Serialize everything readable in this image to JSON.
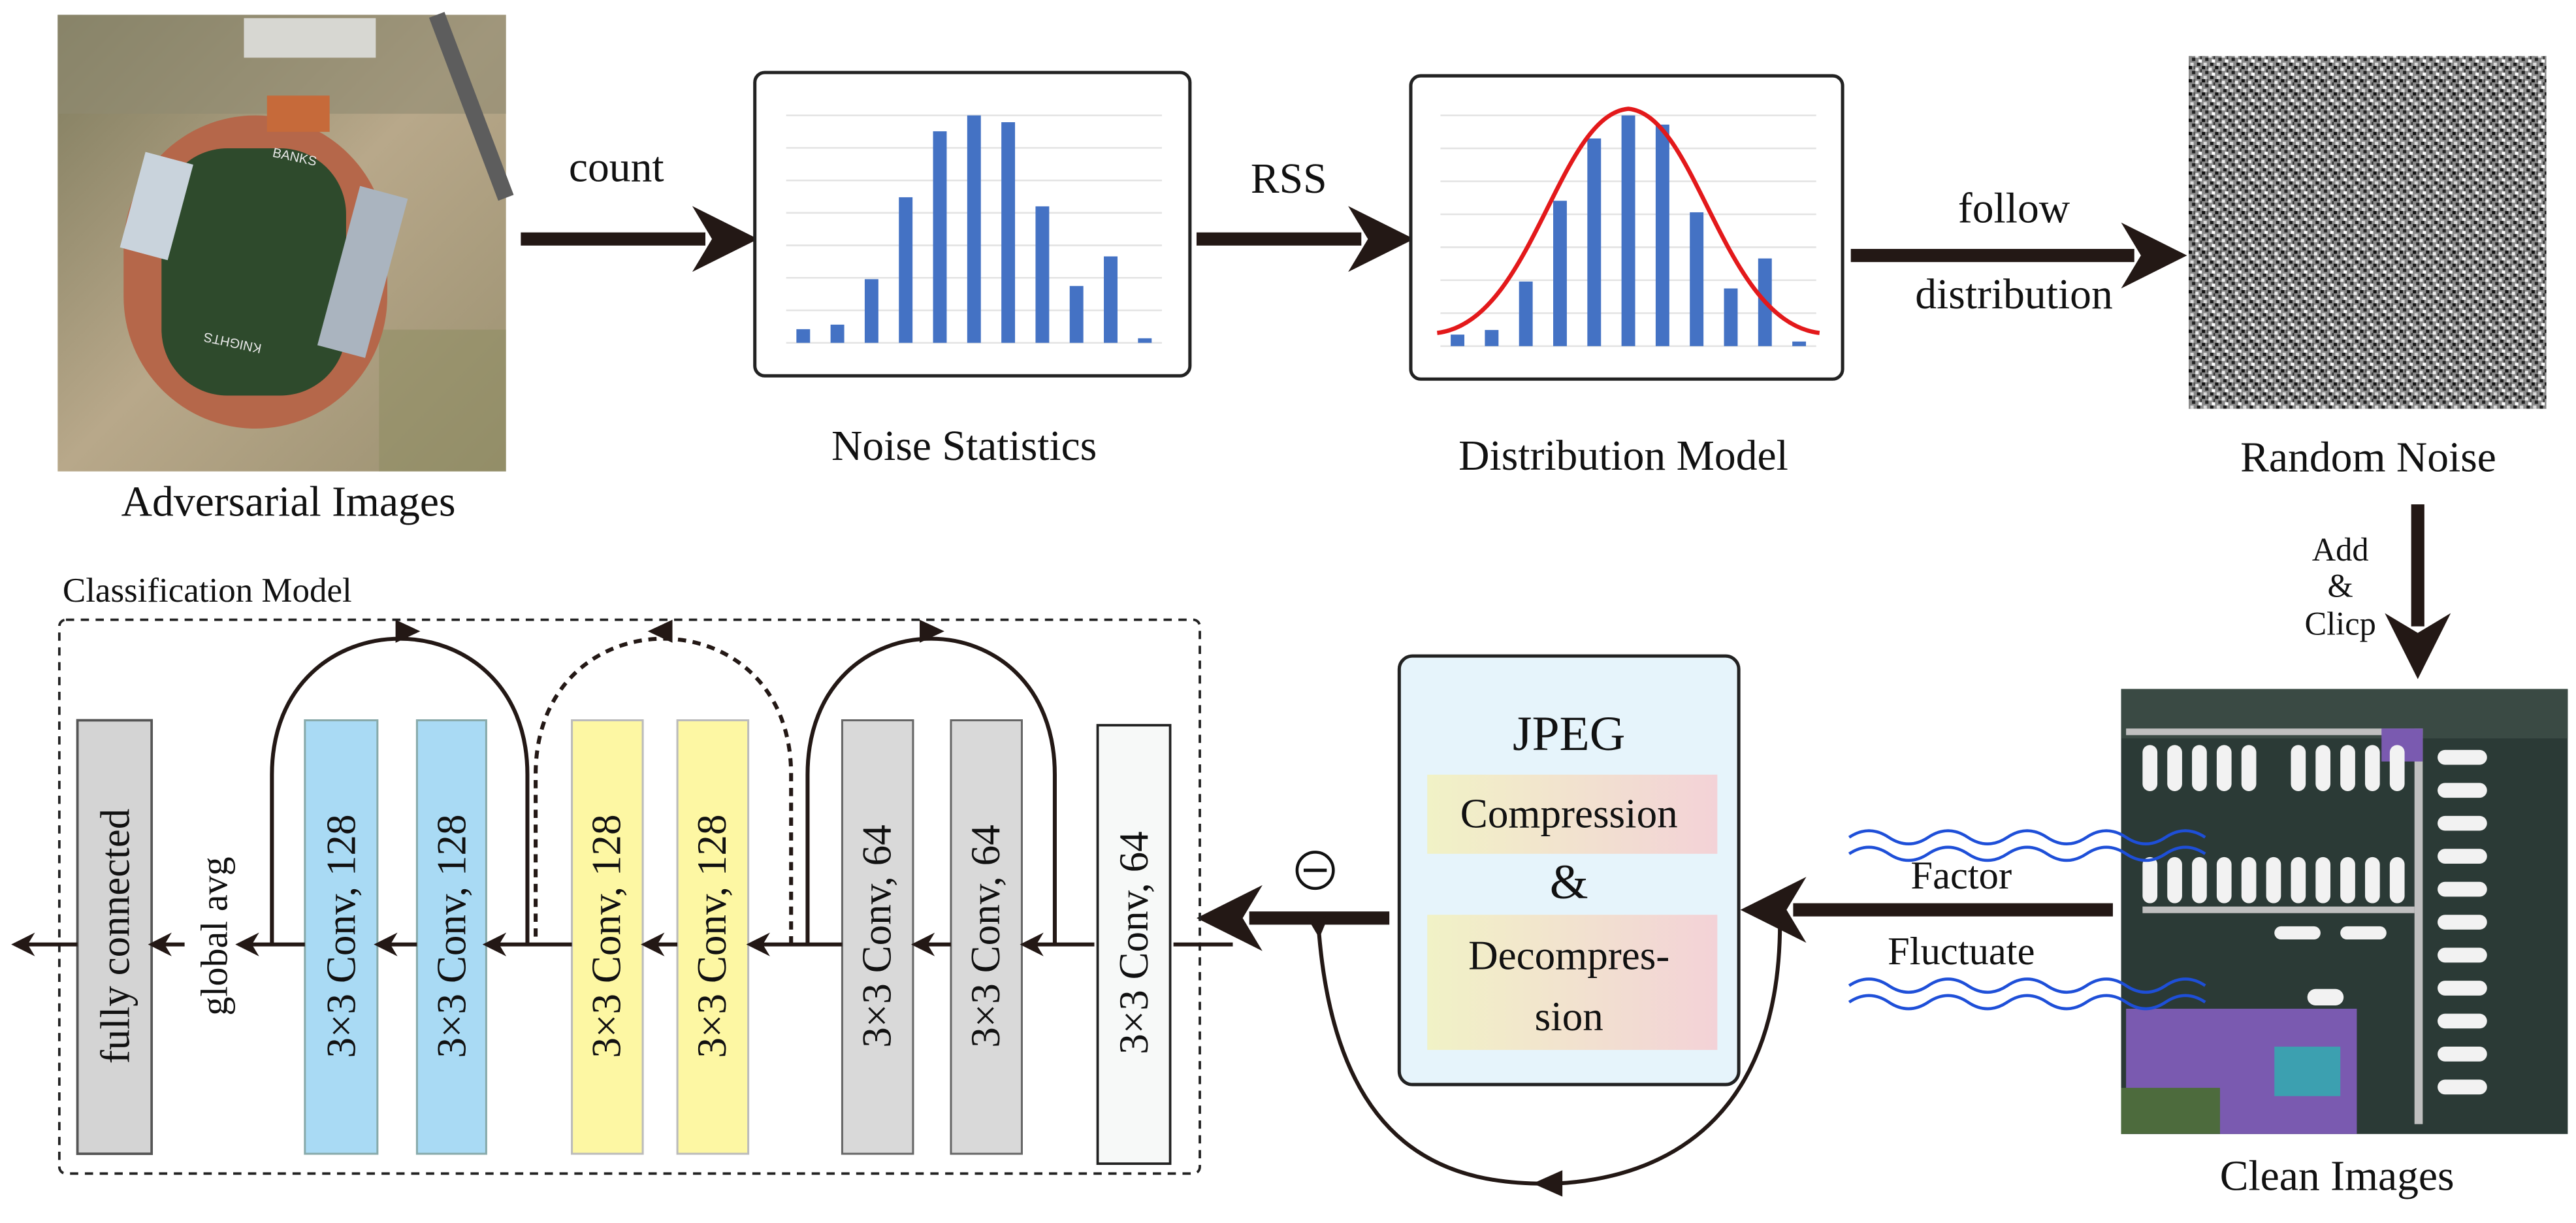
{
  "images": {
    "adversarial": {
      "label": "Adversarial Images",
      "stadium_text": "BANKS",
      "stadium_text_bottom": "KNIGHTS"
    },
    "random_noise": {
      "label": "Random Noise"
    },
    "clean": {
      "label": "Clean Images"
    }
  },
  "noise_statistics": {
    "label": "Noise Statistics",
    "bar_heights": [
      0.06,
      0.08,
      0.28,
      0.64,
      0.93,
      1.0,
      0.97,
      0.6,
      0.25,
      0.38,
      0.02
    ]
  },
  "distribution_model": {
    "label": "Distribution Model",
    "bar_heights": [
      0.05,
      0.07,
      0.28,
      0.63,
      0.9,
      1.0,
      0.96,
      0.58,
      0.25,
      0.38,
      0.02
    ]
  },
  "arrows": {
    "count": "count",
    "rss": "RSS",
    "follow": "follow",
    "distribution": "distribution",
    "add": "Add",
    "amp": "&",
    "clip": "Clicp",
    "factor": "Factor",
    "fluctuate": "Fluctuate"
  },
  "jpeg": {
    "title": "JPEG",
    "compression": "Compression",
    "amp": "&",
    "decompress_line1": "Decompres-",
    "decompress_line2": "sion"
  },
  "minus_symbol": "⊖",
  "classification": {
    "title": "Classification Model",
    "fully_connected": "fully connected",
    "global_avg": "global avg",
    "conv_128": "3×3 Conv, 128",
    "conv_64": "3×3 Conv, 64"
  },
  "colors": {
    "arrow": "#231815",
    "bar": "#4472c4",
    "curve": "#e3191b",
    "conv_blue": "#a9daf4",
    "conv_yellow": "#fdf7a3",
    "conv_gray": "#d9d9d9",
    "conv_white": "#f7f9f8",
    "fc_gray": "#d4d4d4",
    "jpeg_bg": "#e6f4fb",
    "water": "#1e4fd8"
  }
}
